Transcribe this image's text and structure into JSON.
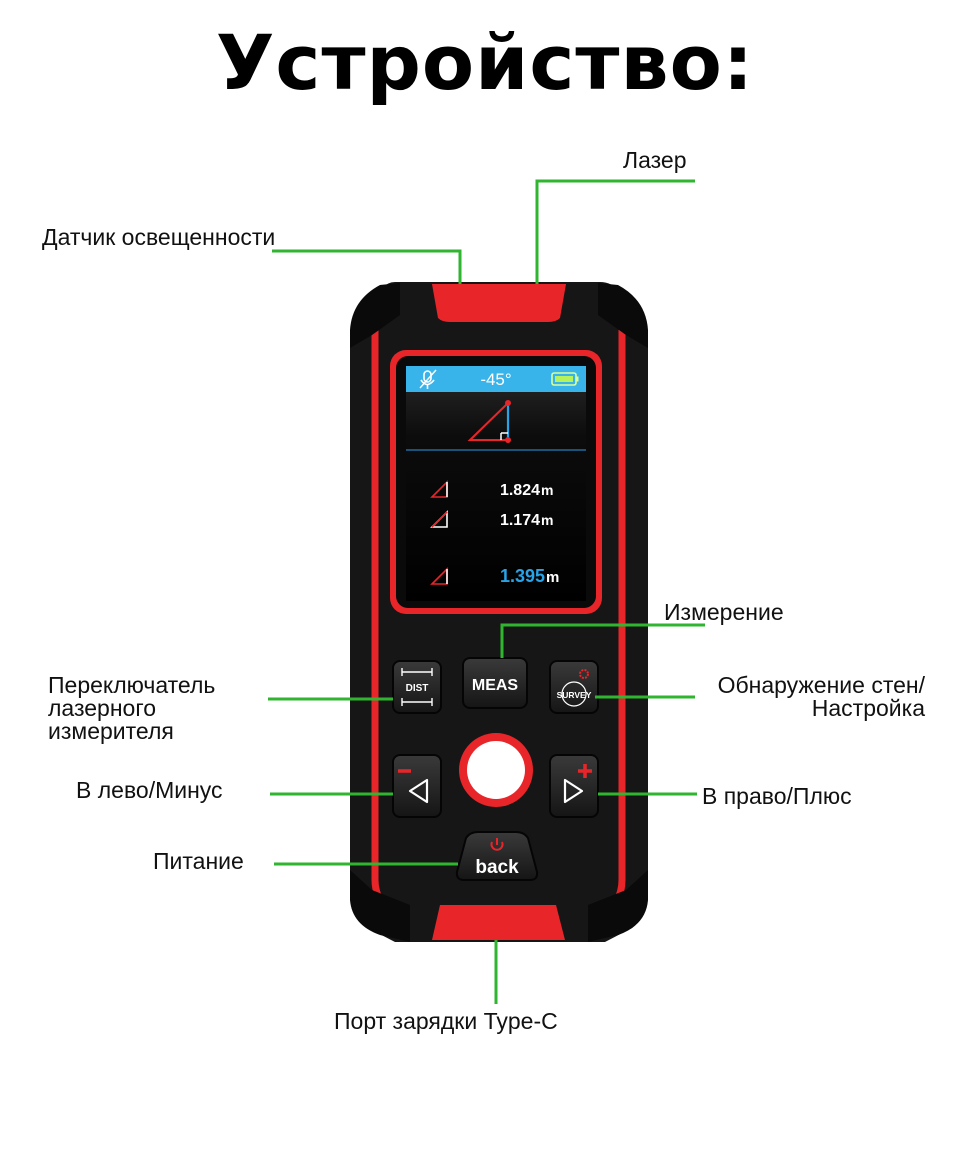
{
  "title": "Устройство:",
  "labels": {
    "laser": "Лазер",
    "light_sensor": "Датчик освещенности",
    "measure": "Измерение",
    "laser_switch_1": "Переключатель",
    "laser_switch_2": "лазерного",
    "laser_switch_3": "измерителя",
    "wall_detect_1": "Обнаружение стен/",
    "wall_detect_2": "Настройка",
    "left_minus": "В лево/Минус",
    "right_plus": "В право/Плюс",
    "power": "Питание",
    "charging_port": "Порт зарядки Type-C"
  },
  "screen": {
    "angle": "-45°",
    "value1": "1.824",
    "value2": "1.174",
    "value3": "1.395",
    "unit": "m"
  },
  "buttons": {
    "dist": "DIST",
    "meas": "MEAS",
    "survey": "SURVEY",
    "back": "back"
  },
  "colors": {
    "leader_green": "#2fb52f",
    "device_red": "#e8262a",
    "device_black": "#141414",
    "screen_header_blue": "#39b4ea",
    "highlight_blue": "#29a3e6"
  }
}
